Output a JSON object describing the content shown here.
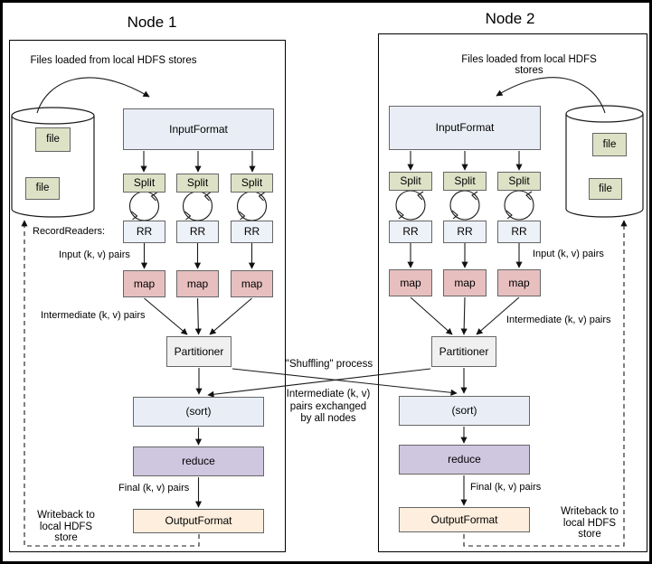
{
  "colors": {
    "split_bg": "#dde2c6",
    "file_bg": "#dde2c6",
    "rr_bg": "#edf1f8",
    "inputformat_bg": "#e9eef6",
    "sort_bg": "#e9eef6",
    "map_bg": "#e7bfbf",
    "partitioner_bg": "#f0f0f0",
    "reduce_bg": "#cfc6df",
    "outputformat_bg": "#fdeedd",
    "box_border": "#666666",
    "line_color": "#1a1a1a"
  },
  "center": {
    "shuffling_label": "\"Shuffling\" process",
    "exchange_lines": [
      "Intermediate (k, v)",
      "pairs exchanged",
      "by all nodes"
    ]
  },
  "nodes": [
    {
      "title": "Node 1",
      "files_label": "Files loaded from local HDFS stores",
      "inputformat_label": "InputFormat",
      "split_labels": [
        "Split",
        "Split",
        "Split"
      ],
      "recordreaders_label": "RecordReaders:",
      "rr_labels": [
        "RR",
        "RR",
        "RR"
      ],
      "input_pairs_label": "Input (k, v) pairs",
      "map_labels": [
        "map",
        "map",
        "map"
      ],
      "intermediate_label": "Intermediate (k, v) pairs",
      "partitioner_label": "Partitioner",
      "sort_label": "(sort)",
      "reduce_label": "reduce",
      "final_pairs_label": "Final (k, v) pairs",
      "outputformat_label": "OutputFormat",
      "writeback_lines": [
        "Writeback to",
        "local HDFS",
        "store"
      ],
      "file_labels": [
        "file",
        "file"
      ]
    },
    {
      "title": "Node 2",
      "files_label": "Files loaded from local HDFS stores",
      "inputformat_label": "InputFormat",
      "split_labels": [
        "Split",
        "Split",
        "Split"
      ],
      "rr_labels": [
        "RR",
        "RR",
        "RR"
      ],
      "input_pairs_label": "Input (k, v) pairs",
      "map_labels": [
        "map",
        "map",
        "map"
      ],
      "intermediate_label": "Intermediate (k, v) pairs",
      "partitioner_label": "Partitioner",
      "sort_label": "(sort)",
      "reduce_label": "reduce",
      "final_pairs_label": "Final (k, v) pairs",
      "outputformat_label": "OutputFormat",
      "writeback_lines": [
        "Writeback to",
        "local HDFS",
        "store"
      ],
      "file_labels": [
        "file",
        "file"
      ]
    }
  ]
}
